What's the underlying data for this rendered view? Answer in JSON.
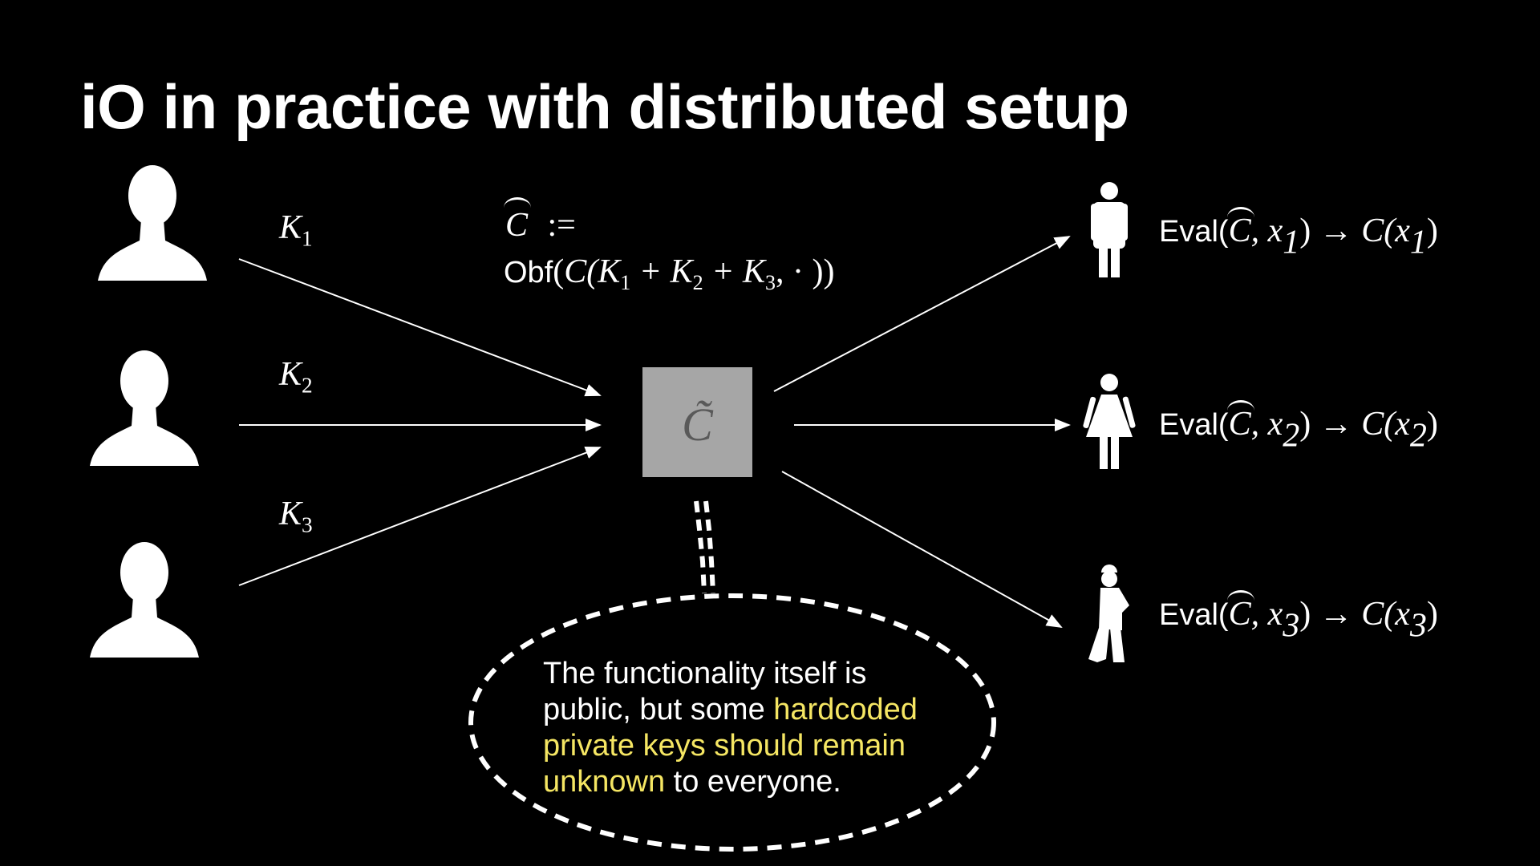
{
  "title": "iO in practice with distributed setup",
  "keys": [
    {
      "sym": "K",
      "sub": "1"
    },
    {
      "sym": "K",
      "sub": "2"
    },
    {
      "sym": "K",
      "sub": "3"
    }
  ],
  "definition": {
    "lhs": "C",
    "assign": ":=",
    "fn": "Obf",
    "inner": "C(K",
    "s1": "1",
    "plus1": " + K",
    "s2": "2",
    "plus2": " + K",
    "s3": "3",
    "tail": ", · ))"
  },
  "box_symbol": "C̃",
  "evals": [
    {
      "fn": "Eval(",
      "c": "C",
      "comma": ", x",
      "sub": "1",
      "close": ")",
      "arrow": " → ",
      "out": "C(x",
      "out_sub": "1",
      "out_close": ")"
    },
    {
      "fn": "Eval(",
      "c": "C",
      "comma": ", x",
      "sub": "2",
      "close": ")",
      "arrow": " → ",
      "out": "C(x",
      "out_sub": "2",
      "out_close": ")"
    },
    {
      "fn": "Eval(",
      "c": "C",
      "comma": ", x",
      "sub": "3",
      "close": ")",
      "arrow": " → ",
      "out": "C(x",
      "out_sub": "3",
      "out_close": ")"
    }
  ],
  "note": {
    "part1": "The functionality itself is public, but some ",
    "highlight": "hardcoded private keys should remain unknown",
    "part2": " to everyone."
  },
  "colors": {
    "background": "#000000",
    "box": "#a6a6a6",
    "highlight": "#f5e663"
  },
  "icons": [
    "person-head-icon",
    "person-head-icon",
    "person-head-icon",
    "man-icon",
    "woman-icon",
    "worker-icon"
  ]
}
